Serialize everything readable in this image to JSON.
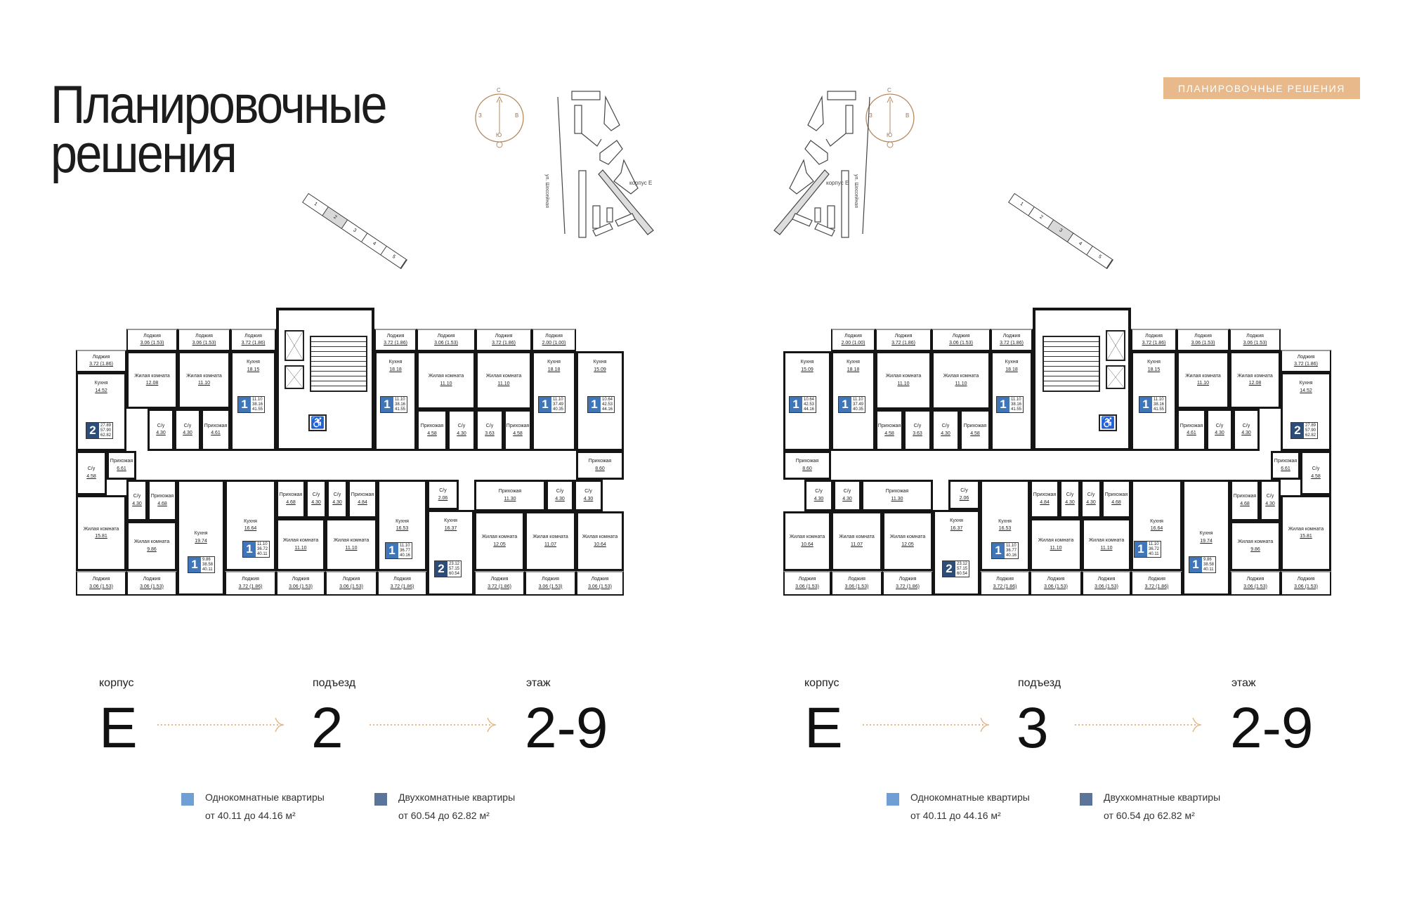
{
  "title": {
    "line1": "Планировочные",
    "line2": "решения"
  },
  "header_badge": "ПЛАНИРОВОЧНЫЕ РЕШЕНИЯ",
  "compass": {
    "north": "С",
    "west": "З",
    "east": "В",
    "south": "Ю"
  },
  "site_map": {
    "street": "ул. Шоссейная",
    "building": "корпус Е"
  },
  "sections": [
    "1",
    "2",
    "3",
    "4",
    "5"
  ],
  "colors": {
    "one_room": "#6f9fd4",
    "two_room": "#5a7599",
    "badge_one": "#3f76ba",
    "badge_two": "#2c4d78",
    "accent": "#e2b88a"
  },
  "panels": [
    {
      "korpus_label": "корпус",
      "korpus": "E",
      "entrance_label": "подъезд",
      "entrance": "2",
      "floor_label": "этаж",
      "floors": "2-9",
      "highlighted_section": "2"
    },
    {
      "korpus_label": "корпус",
      "korpus": "E",
      "entrance_label": "подъезд",
      "entrance": "3",
      "floor_label": "этаж",
      "floors": "2-9",
      "highlighted_section": "3"
    }
  ],
  "legend": [
    {
      "title": "Однокомнатные квартиры",
      "range": "от 40.11 до 44.16 м²"
    },
    {
      "title": "Двухкомнатные квартиры",
      "range": "от 60.54 до 62.82 м²"
    }
  ],
  "floor_plan": {
    "rooms": [
      {
        "n": "Лоджия",
        "a": "3.72 (1.86)"
      },
      {
        "n": "Лоджия",
        "a": "3.06 (1.53)"
      },
      {
        "n": "Лоджия",
        "a": "3.06 (1.53)"
      },
      {
        "n": "Лоджия",
        "a": "3.72 (1.86)"
      },
      {
        "n": "Лоджия",
        "a": "3.72 (1.86)"
      },
      {
        "n": "Лоджия",
        "a": "3.06 (1.53)"
      },
      {
        "n": "Лоджия",
        "a": "3.72 (1.86)"
      },
      {
        "n": "Лоджия",
        "a": "2.00 (1.00)"
      },
      {
        "n": "Кухня",
        "a": "14.52"
      },
      {
        "n": "Жилая комната",
        "a": "12.08"
      },
      {
        "n": "Жилая комната",
        "a": "11.10"
      },
      {
        "n": "С/у",
        "a": "4.30"
      },
      {
        "n": "С/у",
        "a": "4.30"
      },
      {
        "n": "Кухня",
        "a": "18.15"
      },
      {
        "n": "Прихожая",
        "a": "4.61"
      },
      {
        "n": "Кухня",
        "a": "18.18"
      },
      {
        "n": "Жилая комната",
        "a": "11.10"
      },
      {
        "n": "Жилая комната",
        "a": "11.10"
      },
      {
        "n": "Прихожая",
        "a": "4.58"
      },
      {
        "n": "С/у",
        "a": "4.30"
      },
      {
        "n": "С/у",
        "a": "3.63"
      },
      {
        "n": "Прихожая",
        "a": "4.58"
      },
      {
        "n": "Кухня",
        "a": "18.18"
      },
      {
        "n": "Кухня",
        "a": "15.09"
      },
      {
        "n": "Прихожая",
        "a": "8.60"
      },
      {
        "n": "С/у",
        "a": "4.58"
      },
      {
        "n": "Прихожая",
        "a": "6.61"
      },
      {
        "n": "Жилая комната",
        "a": "15.81"
      },
      {
        "n": "С/у",
        "a": "4.30"
      },
      {
        "n": "Прихожая",
        "a": "4.68"
      },
      {
        "n": "Жилая комната",
        "a": "9.86"
      },
      {
        "n": "Кухня",
        "a": "19.74"
      },
      {
        "n": "Кухня",
        "a": "16.64"
      },
      {
        "n": "Прихожая",
        "a": "4.68"
      },
      {
        "n": "С/у",
        "a": "4.30"
      },
      {
        "n": "С/у",
        "a": "4.30"
      },
      {
        "n": "Прихожая",
        "a": "4.84"
      },
      {
        "n": "Жилая комната",
        "a": "11.10"
      },
      {
        "n": "Жилая комната",
        "a": "11.10"
      },
      {
        "n": "Кухня",
        "a": "16.53"
      },
      {
        "n": "С/у",
        "a": "2.06"
      },
      {
        "n": "Кухня",
        "a": "16.37"
      },
      {
        "n": "Прихожая",
        "a": "11.30"
      },
      {
        "n": "С/у",
        "a": "4.30"
      },
      {
        "n": "С/у",
        "a": "4.30"
      },
      {
        "n": "Жилая комната",
        "a": "12.05"
      },
      {
        "n": "Жилая комната",
        "a": "11.07"
      },
      {
        "n": "Жилая комната",
        "a": "10.64"
      },
      {
        "n": "Лоджия",
        "a": "3.06 (1.53)"
      },
      {
        "n": "Лоджия",
        "a": "3.06 (1.53)"
      },
      {
        "n": "Лоджия",
        "a": "3.72 (1.86)"
      },
      {
        "n": "Лоджия",
        "a": "3.06 (1.53)"
      },
      {
        "n": "Лоджия",
        "a": "3.06 (1.53)"
      },
      {
        "n": "Лоджия",
        "a": "3.72 (1.86)"
      },
      {
        "n": "Лоджия",
        "a": "3.72 (1.86)"
      },
      {
        "n": "Лоджия",
        "a": "3.06 (1.53)"
      },
      {
        "n": "Лоджия",
        "a": "3.06 (1.53)"
      }
    ],
    "apartments": [
      {
        "rooms": "2",
        "type": "two",
        "v": [
          "27.89",
          "57.90",
          "62.82"
        ]
      },
      {
        "rooms": "1",
        "type": "one",
        "v": [
          "11.10",
          "38.16",
          "41.55"
        ]
      },
      {
        "rooms": "1",
        "type": "one",
        "v": [
          "11.10",
          "38.16",
          "41.55"
        ]
      },
      {
        "rooms": "1",
        "type": "one",
        "v": [
          "11.10",
          "37.49",
          "40.35"
        ]
      },
      {
        "rooms": "1",
        "type": "one",
        "v": [
          "10.64",
          "42.53",
          "44.16"
        ]
      },
      {
        "rooms": "1",
        "type": "one",
        "v": [
          "9.86",
          "38.58",
          "40.11"
        ]
      },
      {
        "rooms": "1",
        "type": "one",
        "v": [
          "11.10",
          "36.72",
          "40.11"
        ]
      },
      {
        "rooms": "1",
        "type": "one",
        "v": [
          "11.10",
          "36.77",
          "40.16"
        ]
      },
      {
        "rooms": "2",
        "type": "two",
        "v": [
          "23.12",
          "57.15",
          "60.54"
        ]
      }
    ]
  }
}
